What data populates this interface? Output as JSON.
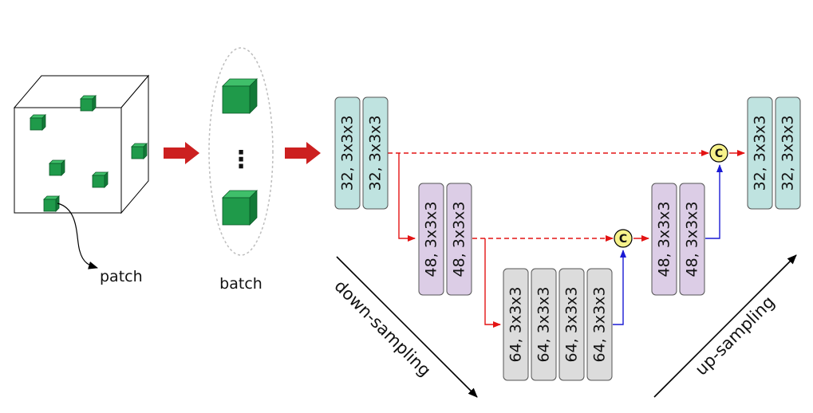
{
  "labels": {
    "patch": "patch",
    "batch": "batch",
    "ellipsis": "⋮",
    "down_sampling": "down-sampling",
    "up_sampling": "up-sampling",
    "concat_symbol": "C"
  },
  "blocks": {
    "enc1": [
      "32, 3x3x3",
      "32, 3x3x3"
    ],
    "enc2": [
      "48, 3x3x3",
      "48, 3x3x3"
    ],
    "bottleneck": [
      "64, 3x3x3",
      "64, 3x3x3",
      "64, 3x3x3",
      "64, 3x3x3"
    ],
    "dec2": [
      "48, 3x3x3",
      "48, 3x3x3"
    ],
    "dec1": [
      "32, 3x3x3",
      "32, 3x3x3"
    ]
  },
  "colors": {
    "level1_fill": "#bfe3e0",
    "level2_fill": "#dccde6",
    "level3_fill": "#dcdcdc",
    "cube_green": "#1f9a4a",
    "skip_arrow": "#e31313",
    "up_arrow": "#1a1ad4",
    "concat_fill": "#f7f28a",
    "big_arrow": "#cc2020"
  }
}
